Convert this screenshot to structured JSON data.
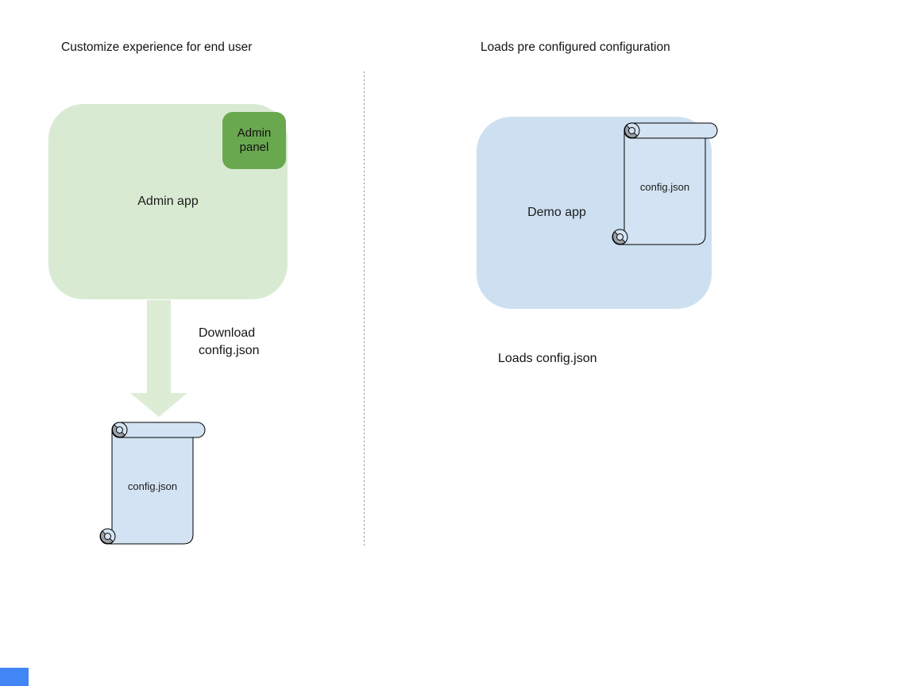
{
  "titles": {
    "left": "Customize experience for end user",
    "right": "Loads pre configured configuration"
  },
  "left": {
    "admin_app_label": "Admin app",
    "admin_panel_label": "Admin panel",
    "download_line1": "Download",
    "download_line2": "config.json",
    "config_file_label": "config.json"
  },
  "right": {
    "demo_app_label": "Demo app",
    "config_file_label": "config.json",
    "caption": "Loads config.json"
  },
  "colors": {
    "admin_app_fill": "#d9ead3",
    "admin_panel_fill": "#6aa84f",
    "arrow_fill": "#dcecd5",
    "demo_app_fill": "#cde0f1",
    "scroll_fill": "#d3e3f3",
    "scroll_curl_gray": "#9aa0a6",
    "outline_black": "#000000",
    "divider_gray": "#8f8f8f",
    "corner_marker_blue": "#4285f4",
    "text_color": "#1a1a1a"
  }
}
